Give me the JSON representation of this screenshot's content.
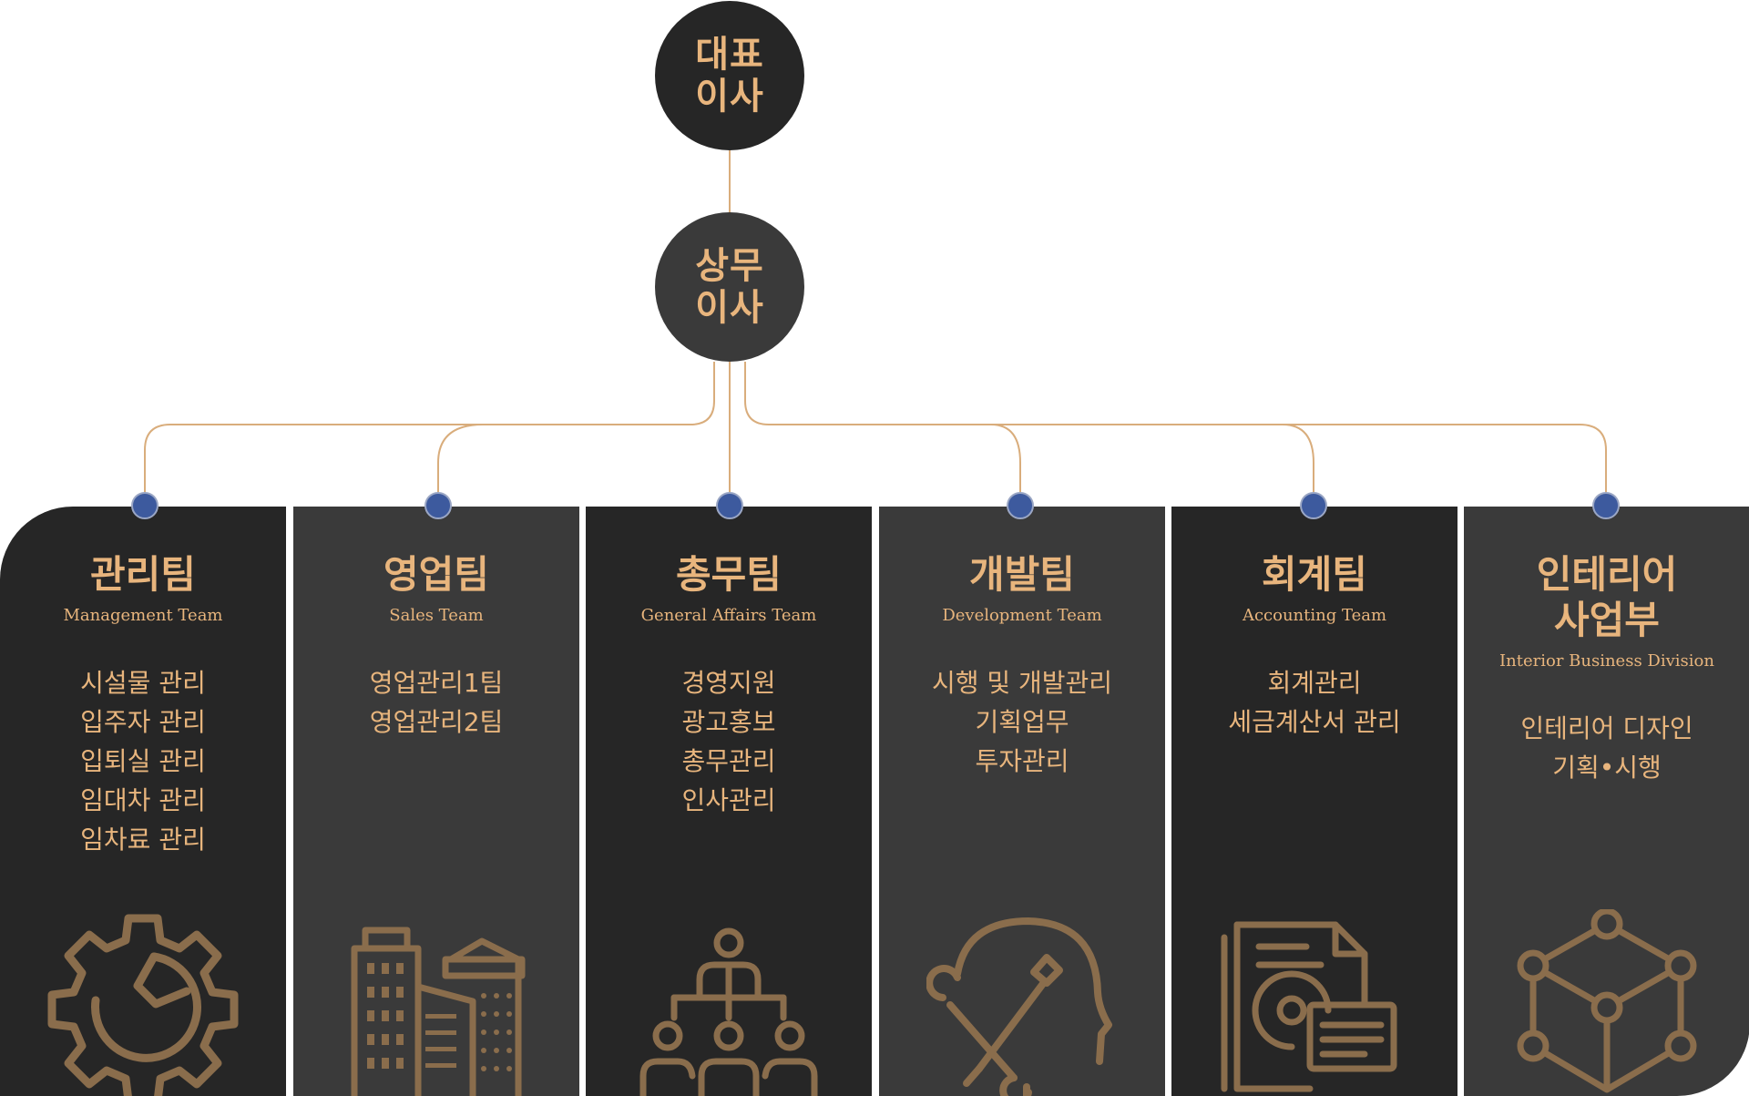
{
  "executives": {
    "ceo": "대표\n이사",
    "director": "상무\n이사"
  },
  "teams": [
    {
      "name": "관리팀",
      "sub": "Management Team",
      "duties": [
        "시설물 관리",
        "입주자 관리",
        "입퇴실 관리",
        "임대차 관리",
        "임차료 관리"
      ],
      "icon": "gear-wrench-icon"
    },
    {
      "name": "영업팀",
      "sub": "Sales Team",
      "duties": [
        "영업관리1팀",
        "영업관리2팀"
      ],
      "icon": "buildings-icon"
    },
    {
      "name": "총무팀",
      "sub": "General Affairs Team",
      "duties": [
        "경영지원",
        "광고홍보",
        "총무관리",
        "인사관리"
      ],
      "icon": "people-hierarchy-icon"
    },
    {
      "name": "개발팀",
      "sub": "Development Team",
      "duties": [
        "시행 및 개발관리",
        "기획업무",
        "투자관리"
      ],
      "icon": "head-tools-icon"
    },
    {
      "name": "회계팀",
      "sub": "Accounting Team",
      "duties": [
        "회계관리",
        "세금계산서 관리"
      ],
      "icon": "document-chart-icon"
    },
    {
      "name": "인테리어\n사업부",
      "sub": "Interior Business Division",
      "duties": [
        "인테리어 디자인",
        "기획•시행"
      ],
      "icon": "cube-network-icon"
    }
  ],
  "colors": {
    "accent": "#e8b57d",
    "line": "#d9ad7c",
    "icon": "#8a6d4c",
    "dot": "#3d5a9e",
    "dark": "#262626",
    "light": "#3a3a3a"
  }
}
